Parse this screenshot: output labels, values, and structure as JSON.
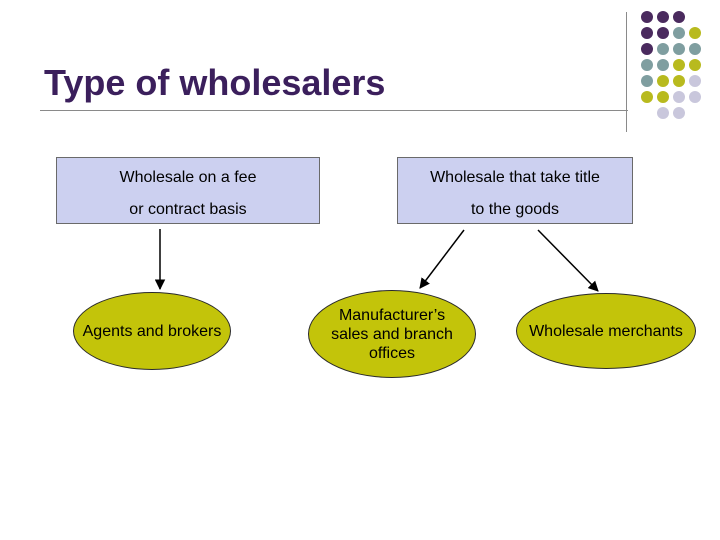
{
  "title": "Type of wholesalers",
  "top_boxes": [
    {
      "line1": "Wholesale on a fee",
      "line2": "or contract basis"
    },
    {
      "line1": "Wholesale that take title",
      "line2": "to the goods"
    }
  ],
  "bottom_nodes": [
    {
      "label": "Agents and brokers"
    },
    {
      "label": "Manufacturer’s sales and branch offices"
    },
    {
      "label": "Wholesale merchants"
    }
  ],
  "colors": {
    "title": "#3b1f5c",
    "box_fill": "#ccd0f0",
    "ellipse_fill": "#c3c40a",
    "dot_purple": "#4a2a5e",
    "dot_teal": "#7f9ea0",
    "dot_olive": "#b8ba1e",
    "dot_lavender": "#c9c7dc"
  }
}
